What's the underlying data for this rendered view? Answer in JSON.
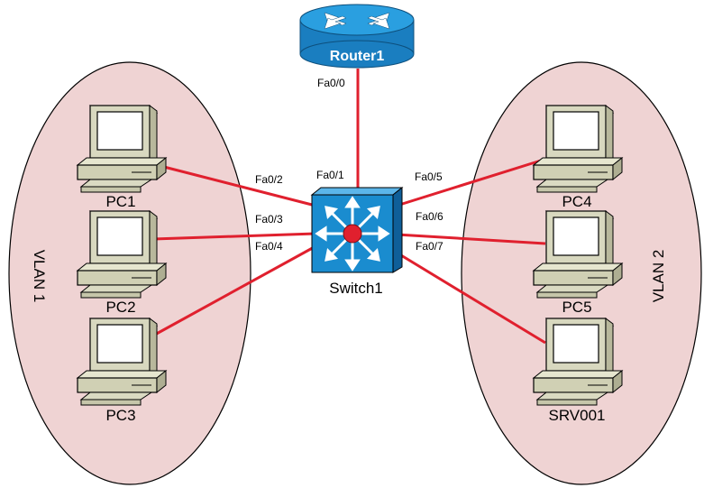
{
  "vlans": [
    {
      "label": "VLAN 1"
    },
    {
      "label": "VLAN 2"
    }
  ],
  "router": {
    "label": "Router1"
  },
  "switch": {
    "label": "Switch1"
  },
  "hosts": [
    {
      "label": "PC1"
    },
    {
      "label": "PC2"
    },
    {
      "label": "PC3"
    },
    {
      "label": "PC4"
    },
    {
      "label": "PC5"
    },
    {
      "label": "SRV001"
    }
  ],
  "ports": {
    "router_fa0_0": "Fa0/0",
    "switch_fa0_1": "Fa0/1",
    "switch_fa0_2": "Fa0/2",
    "switch_fa0_3": "Fa0/3",
    "switch_fa0_4": "Fa0/4",
    "switch_fa0_5": "Fa0/5",
    "switch_fa0_6": "Fa0/6",
    "switch_fa0_7": "Fa0/7"
  },
  "colors": {
    "vlan_fill": "#efd3d3",
    "link": "#e0202e",
    "switch_blue": "#1a8ccf",
    "router_blue": "#1d8fd1",
    "pc_beige": "#d8d8bf"
  },
  "icons": {
    "router": "router-icon",
    "switch": "multilayer-switch-icon",
    "pc": "pc-icon",
    "server": "pc-icon"
  }
}
